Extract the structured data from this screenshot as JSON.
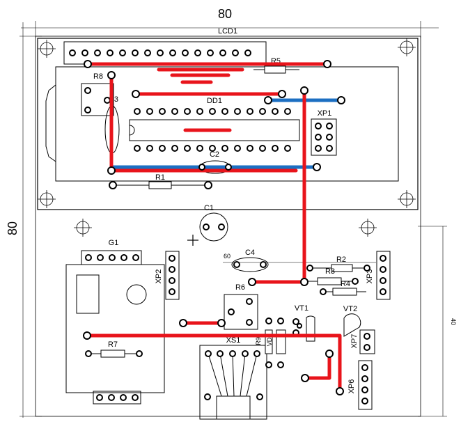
{
  "dimensions": {
    "width_label": "80",
    "height_label": "80",
    "side_label": "40",
    "inner_label": "60"
  },
  "lcd": {
    "label": "LCD1"
  },
  "components": {
    "dd1": "DD1",
    "xp1": "XP1",
    "r5": "R5",
    "r8": "R8",
    "c3": "C3",
    "c2": "C2",
    "r1": "R1",
    "c1": "C1",
    "g1": "G1",
    "xp2": "XP2",
    "c4": "C4",
    "r2": "R2",
    "r3": "R3",
    "r4": "R4",
    "xp3": "XP3",
    "r6": "R6",
    "vt1": "VT1",
    "vt2": "VT2",
    "xs1": "XS1",
    "r9": "R9",
    "vd": "VD",
    "r7": "R7",
    "xp7": "XP7",
    "xp6": "XP6"
  },
  "colors": {
    "trace_red": "#e8141b",
    "trace_blue": "#1c6fc2",
    "outline": "#000000"
  }
}
